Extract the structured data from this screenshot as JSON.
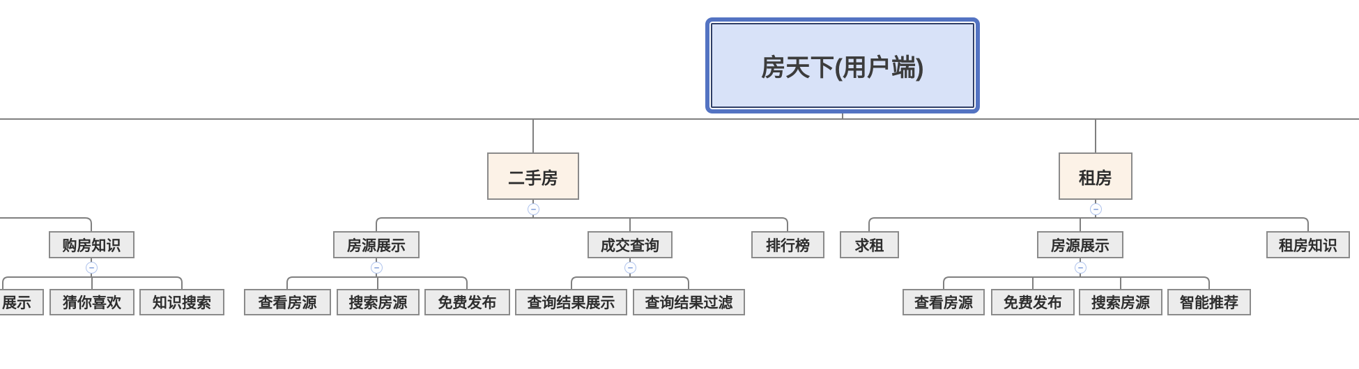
{
  "colors": {
    "root_fill": "#d8e2f8",
    "root_border": "#5373c2",
    "root_inner_border": "#2f3e66",
    "branch_fill": "#fcf2e7",
    "node_fill": "#ececec",
    "node_border": "#8a8a8a",
    "connector_line": "#7f7f7f",
    "collapse_icon_border": "#afc3ec",
    "collapse_icon_glyph": "#7e9cd9",
    "text": "#2d2d2d"
  },
  "icons": {
    "collapse_glyph": "−"
  },
  "tree": {
    "root": "房天下(用户端)",
    "purchase_knowledge": {
      "label": "购房知识",
      "children": [
        "展示",
        "猜你喜欢",
        "知识搜索"
      ]
    },
    "second_hand": {
      "label": "二手房",
      "listing_display": {
        "label": "房源展示",
        "children": [
          "查看房源",
          "搜索房源",
          "免费发布"
        ]
      },
      "deal_query": {
        "label": "成交查询",
        "children": [
          "查询结果展示",
          "查询结果过滤"
        ]
      },
      "ranking": {
        "label": "排行榜"
      }
    },
    "rent": {
      "label": "租房",
      "seek_rent": {
        "label": "求租"
      },
      "listing_display": {
        "label": "房源展示",
        "children": [
          "查看房源",
          "免费发布",
          "搜索房源",
          "智能推荐"
        ]
      },
      "rent_knowledge": {
        "label": "租房知识"
      }
    }
  }
}
